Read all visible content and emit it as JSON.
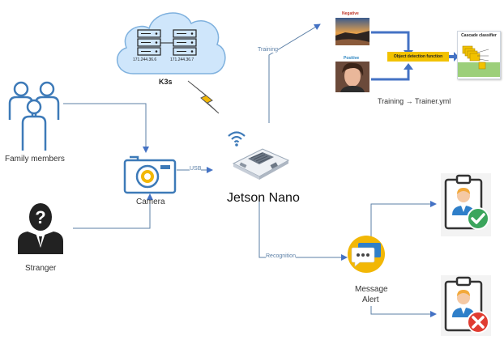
{
  "cloud": {
    "label": "K3s",
    "ip_left": "171.244.36.6",
    "ip_right": "171.244.36.7"
  },
  "nodes": {
    "family": "Family members",
    "stranger": "Stranger",
    "camera": "Camera",
    "jetson": "Jetson Nano",
    "message_alert_line1": "Message",
    "message_alert_line2": "Alert"
  },
  "edges": {
    "usb": "USB",
    "training": "Training",
    "recognition": "Recognition"
  },
  "training_panel": {
    "negative": "Negative",
    "positive": "Positive",
    "function": "Object detection function",
    "classifier": "Cascade classifier",
    "caption": "Training → Trainer.yml"
  },
  "colors": {
    "line": "#5b7fa6",
    "arrow": "#4472c4",
    "people": "#3d7ab8",
    "cloud": "#cfe6fb",
    "alert": "#f2b705",
    "check": "#3ba55c",
    "cross": "#e03c31"
  }
}
